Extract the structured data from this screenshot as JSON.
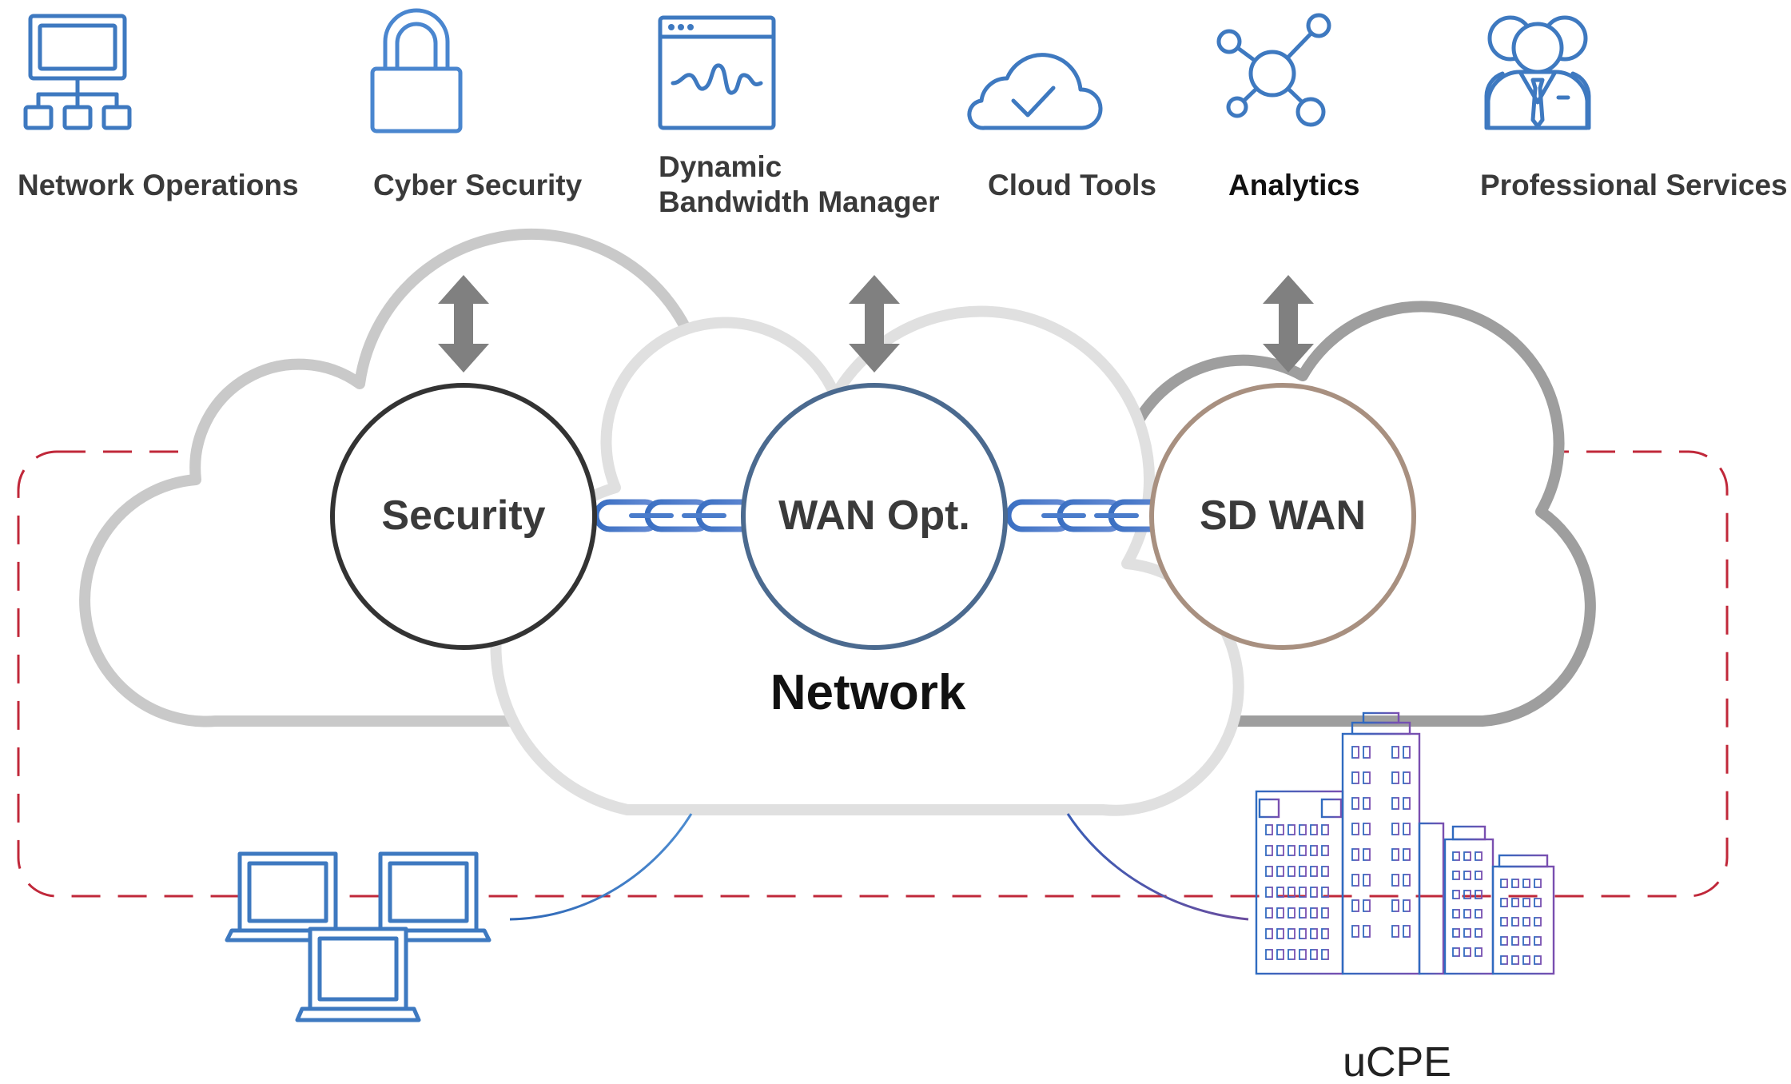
{
  "services": [
    {
      "id": "network-operations",
      "icon": "network-hierarchy-icon",
      "lines": [
        "Network Operations"
      ]
    },
    {
      "id": "cyber-security",
      "icon": "padlock-icon",
      "lines": [
        "Cyber Security"
      ]
    },
    {
      "id": "dynamic-bandwidth-manager",
      "icon": "waveform-window-icon",
      "lines": [
        "Dynamic",
        "Bandwidth Manager"
      ]
    },
    {
      "id": "cloud-tools",
      "icon": "cloud-check-icon",
      "lines": [
        "Cloud Tools"
      ]
    },
    {
      "id": "analytics",
      "icon": "hub-nodes-icon",
      "lines": [
        "Analytics"
      ]
    },
    {
      "id": "professional-services",
      "icon": "business-people-icon",
      "lines": [
        "Professional Services"
      ]
    }
  ],
  "functions": {
    "security": "Security",
    "wan_opt": "WAN Opt.",
    "sd_wan": "SD WAN"
  },
  "network_label": "Network",
  "ucpe_label": "uCPE",
  "colors": {
    "icon_blue": "#3e79c0",
    "arrow_gray": "#808080",
    "dashed_red": "#c0283a",
    "security_ring": "#333333",
    "wan_ring": "#4b6a8f",
    "sdwan_ring": "#a89080"
  }
}
